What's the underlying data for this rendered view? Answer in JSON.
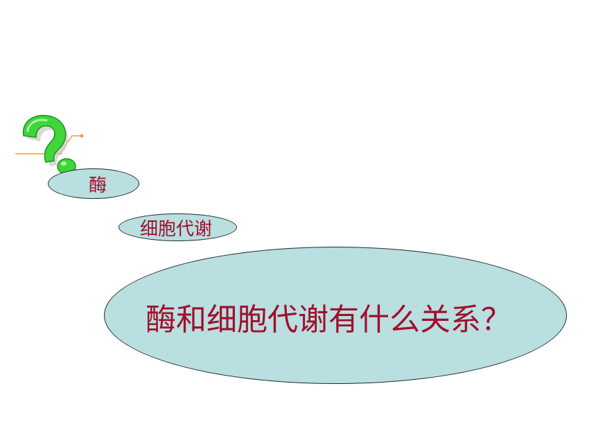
{
  "slide": {
    "bubble_small": "酶",
    "bubble_medium": "细胞代谢",
    "bubble_large": "酶和细胞代谢有什么关系？"
  },
  "colors": {
    "bubble_fill": "#b9dfe0",
    "text": "#a10f2b",
    "question_mark": "#3fd63a",
    "accent_line": "#f0a030"
  },
  "icons": [
    "question-mark-icon"
  ]
}
